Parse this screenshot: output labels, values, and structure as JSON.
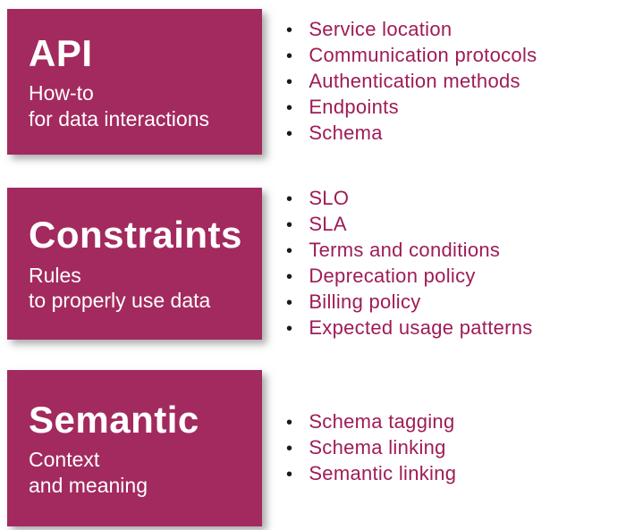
{
  "colors": {
    "box_fill": "#A32A5E",
    "box_text": "#FFFFFF",
    "list_text": "#9E1C56",
    "bullet": "#1A1A1A",
    "background": "#FFFFFF"
  },
  "bullet_glyph": "•",
  "rows": [
    {
      "title": "API",
      "subtitle": [
        "How-to",
        "for data interactions"
      ],
      "items": [
        "Service location",
        "Communication protocols",
        "Authentication methods",
        "Endpoints",
        "Schema"
      ]
    },
    {
      "title": "Constraints",
      "subtitle": [
        "Rules",
        "to properly use data"
      ],
      "items": [
        "SLO",
        "SLA",
        "Terms and conditions",
        "Deprecation policy",
        "Billing policy",
        "Expected usage patterns"
      ]
    },
    {
      "title": "Semantic",
      "subtitle": [
        "Context",
        "and meaning"
      ],
      "items": [
        "Schema tagging",
        "Schema linking",
        "Semantic linking"
      ]
    }
  ]
}
